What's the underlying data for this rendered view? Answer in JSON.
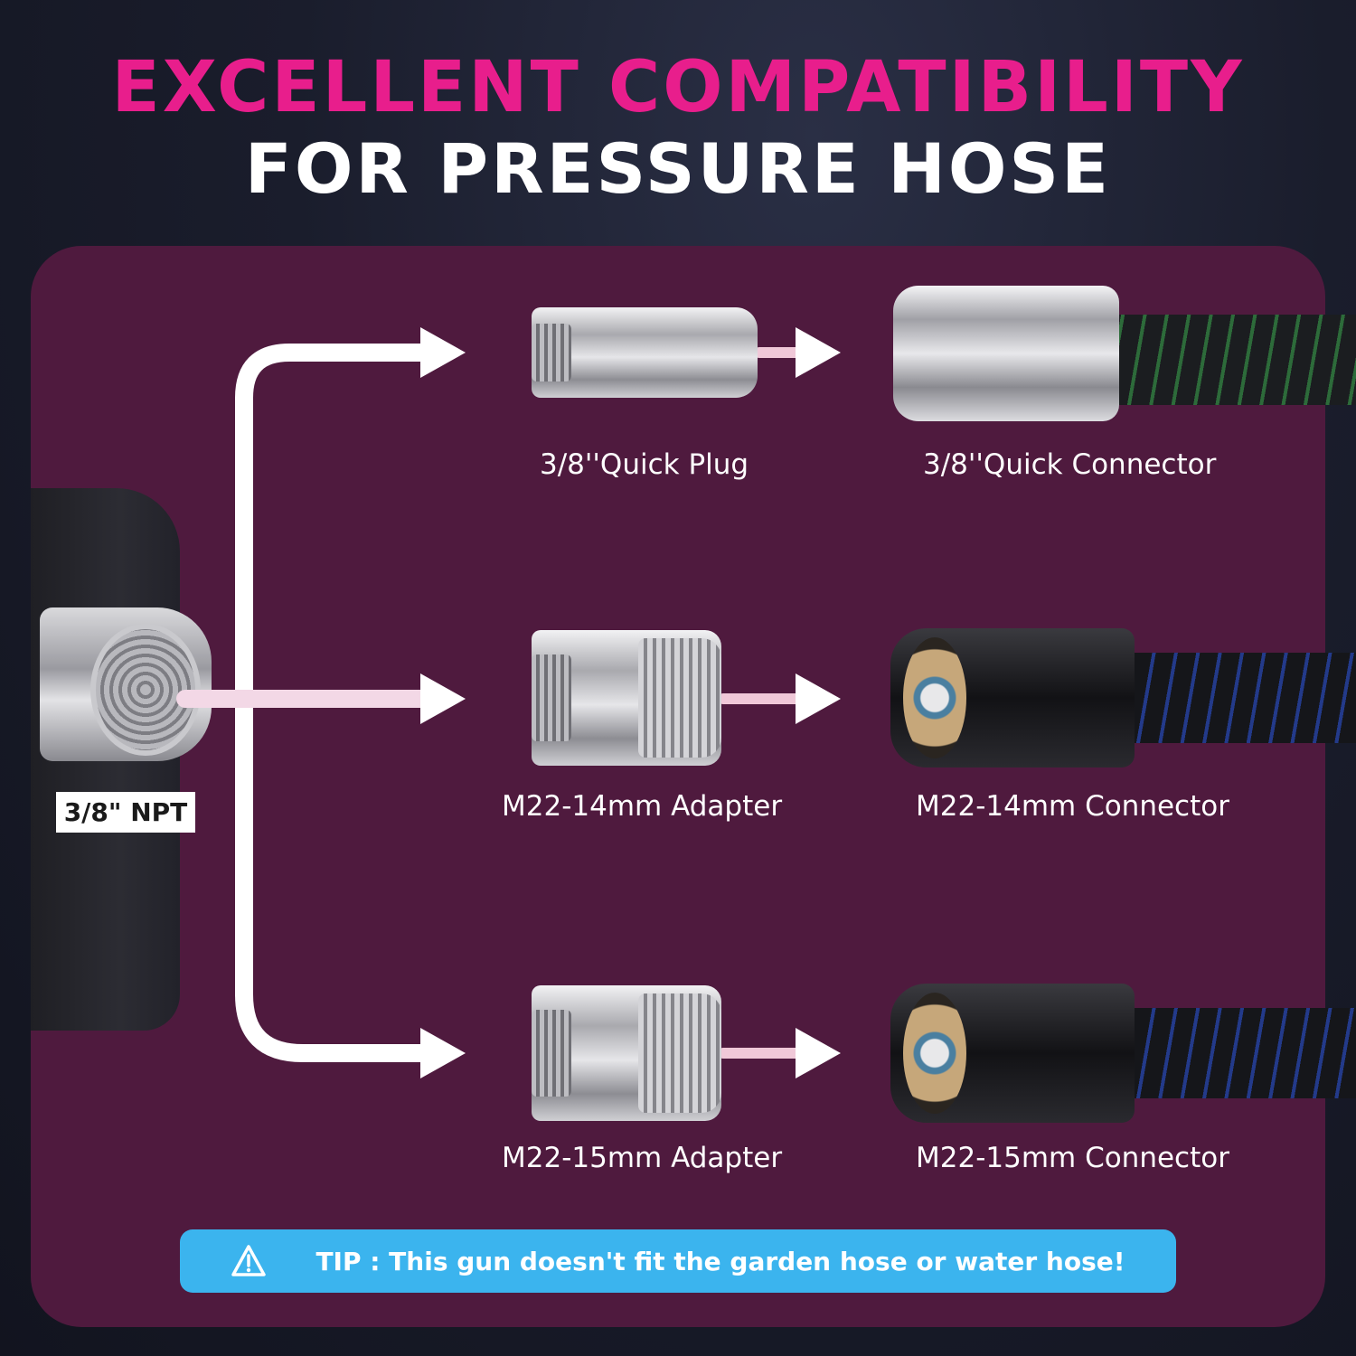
{
  "heading": {
    "line1": "EXCELLENT COMPATIBILITY",
    "line2": "FOR PRESSURE HOSE"
  },
  "source_label": "3/8\" NPT",
  "rows": [
    {
      "adapter_label": "3/8''Quick Plug",
      "connector_label": "3/8''Quick Connector"
    },
    {
      "adapter_label": "M22-14mm Adapter",
      "connector_label": "M22-14mm Connector"
    },
    {
      "adapter_label": "M22-15mm Adapter",
      "connector_label": "M22-15mm Connector"
    }
  ],
  "tip": {
    "icon": "warning-triangle-icon",
    "text": "TIP : This gun doesn't fit the garden hose or water hose!"
  },
  "colors": {
    "heading_accent": "#e81e8c",
    "panel": "#4f1a3e",
    "tip_background": "#3bb4ee"
  }
}
